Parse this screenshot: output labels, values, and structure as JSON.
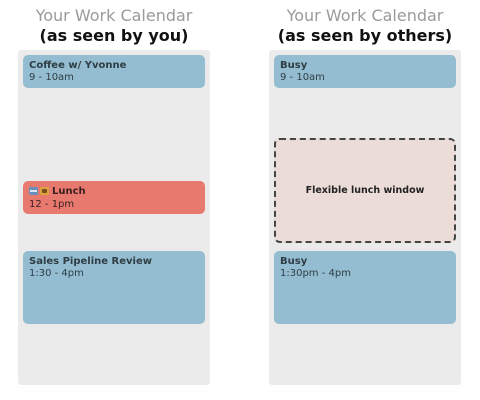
{
  "left_panel": {
    "title": "Your Work Calendar",
    "subtitle": "(as seen by you)",
    "events": [
      {
        "title": "Coffee w/ Yvonne",
        "time": "9 - 10am",
        "color": "#94bdd1"
      },
      {
        "title": "Lunch",
        "time": "12 - 1pm",
        "color": "#e8796f",
        "icons": [
          "calendar-icon",
          "bento-box-icon"
        ]
      },
      {
        "title": "Sales Pipeline Review",
        "time": "1:30 - 4pm",
        "color": "#94bdd1"
      }
    ]
  },
  "right_panel": {
    "title": "Your Work Calendar",
    "subtitle": "(as seen by others)",
    "events": [
      {
        "title": "Busy",
        "time": "9 - 10am",
        "color": "#94bdd1"
      },
      {
        "title": "Busy",
        "time": "1:30pm - 4pm",
        "color": "#94bdd1"
      }
    ],
    "flexible_window_label": "Flexible lunch window",
    "flexible_window_color": "#ebdcd8"
  },
  "colors": {
    "column_bg": "#ebebeb",
    "title_gray": "#9a9a9a",
    "event_blue": "#94bdd1",
    "event_red": "#e8796f"
  }
}
